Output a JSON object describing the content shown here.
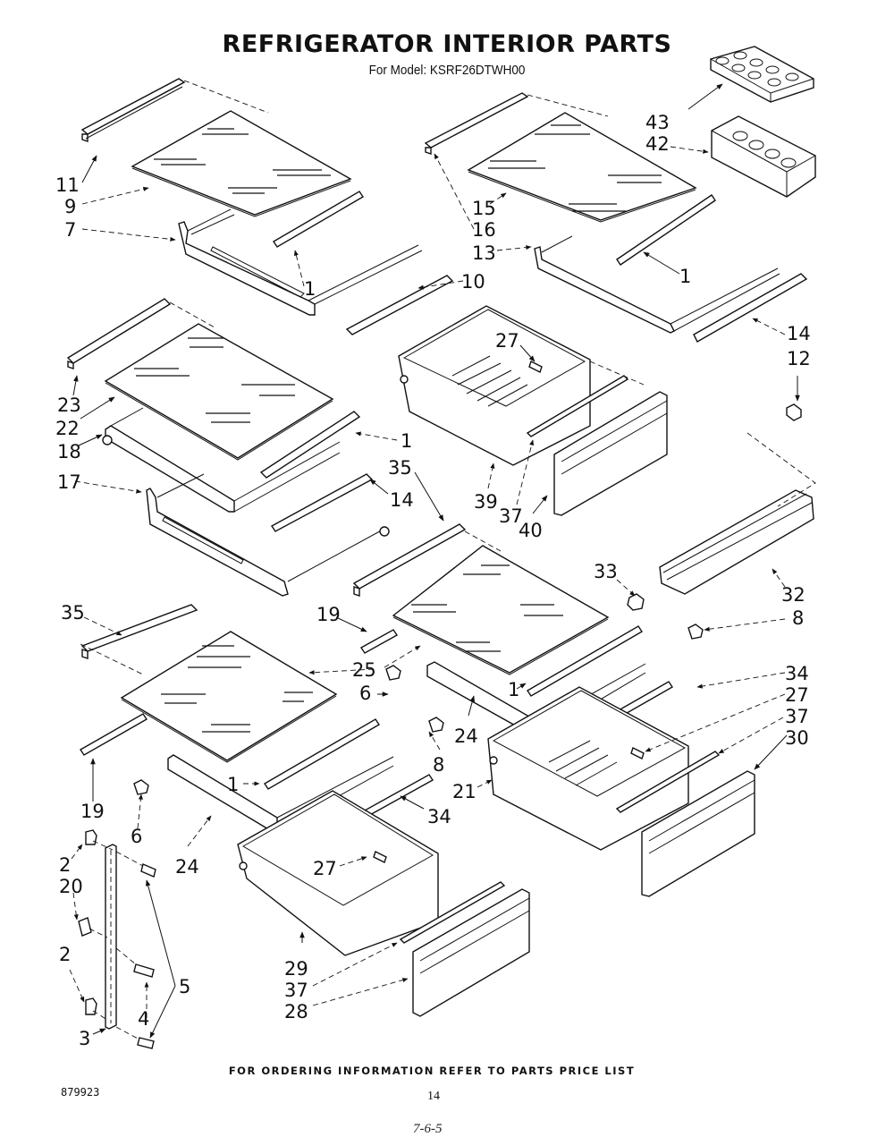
{
  "header": {
    "title": "REFRIGERATOR INTERIOR PARTS",
    "subtitle": "For Model: KSRF26DTWH00"
  },
  "footer": {
    "note": "FOR ORDERING INFORMATION REFER TO PARTS PRICE LIST",
    "doc_number": "879923",
    "page_number": "14",
    "handwritten_mark": "7-6-5"
  },
  "diagram": {
    "callouts": [
      {
        "id": "c11",
        "label": "11"
      },
      {
        "id": "c9",
        "label": "9"
      },
      {
        "id": "c7",
        "label": "7"
      },
      {
        "id": "c1a",
        "label": "1"
      },
      {
        "id": "c10",
        "label": "10"
      },
      {
        "id": "c43",
        "label": "43"
      },
      {
        "id": "c42",
        "label": "42"
      },
      {
        "id": "c15",
        "label": "15"
      },
      {
        "id": "c16",
        "label": "16"
      },
      {
        "id": "c13",
        "label": "13"
      },
      {
        "id": "c1b",
        "label": "1"
      },
      {
        "id": "c14a",
        "label": "14"
      },
      {
        "id": "c12",
        "label": "12"
      },
      {
        "id": "c27a",
        "label": "27"
      },
      {
        "id": "c23",
        "label": "23"
      },
      {
        "id": "c22",
        "label": "22"
      },
      {
        "id": "c18",
        "label": "18"
      },
      {
        "id": "c1c",
        "label": "1"
      },
      {
        "id": "c17",
        "label": "17"
      },
      {
        "id": "c35a",
        "label": "35"
      },
      {
        "id": "c14b",
        "label": "14"
      },
      {
        "id": "c39",
        "label": "39"
      },
      {
        "id": "c37a",
        "label": "37"
      },
      {
        "id": "c40",
        "label": "40"
      },
      {
        "id": "c33",
        "label": "33"
      },
      {
        "id": "c32",
        "label": "32"
      },
      {
        "id": "c8a",
        "label": "8"
      },
      {
        "id": "c35b",
        "label": "35"
      },
      {
        "id": "c19a",
        "label": "19"
      },
      {
        "id": "c25",
        "label": "25"
      },
      {
        "id": "c6a",
        "label": "6"
      },
      {
        "id": "c1d",
        "label": "1"
      },
      {
        "id": "c34a",
        "label": "34"
      },
      {
        "id": "c27b",
        "label": "27"
      },
      {
        "id": "c37b",
        "label": "37"
      },
      {
        "id": "c30",
        "label": "30"
      },
      {
        "id": "c24a",
        "label": "24"
      },
      {
        "id": "c8b",
        "label": "8"
      },
      {
        "id": "c21",
        "label": "21"
      },
      {
        "id": "c1e",
        "label": "1"
      },
      {
        "id": "c34b",
        "label": "34"
      },
      {
        "id": "c19b",
        "label": "19"
      },
      {
        "id": "c6b",
        "label": "6"
      },
      {
        "id": "c2a",
        "label": "2"
      },
      {
        "id": "c20",
        "label": "20"
      },
      {
        "id": "c24b",
        "label": "24"
      },
      {
        "id": "c27c",
        "label": "27"
      },
      {
        "id": "c2b",
        "label": "2"
      },
      {
        "id": "c5",
        "label": "5"
      },
      {
        "id": "c4",
        "label": "4"
      },
      {
        "id": "c29",
        "label": "29"
      },
      {
        "id": "c37c",
        "label": "37"
      },
      {
        "id": "c28",
        "label": "28"
      },
      {
        "id": "c3",
        "label": "3"
      }
    ]
  }
}
